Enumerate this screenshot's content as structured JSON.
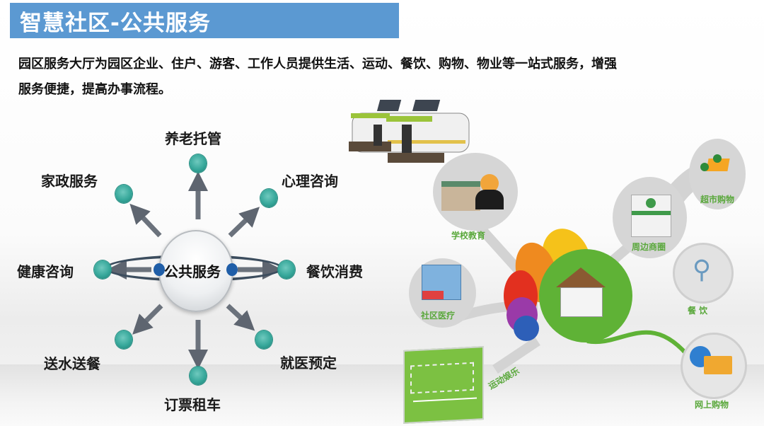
{
  "header": {
    "title": "智慧社区-公共服务",
    "title_bar_color": "#5b99d2"
  },
  "description": {
    "line1": "园区服务大厅为园区企业、住户、游客、工作人员提供生活、运动、餐饮、购物、物业等一站式服务，增强",
    "line2": "服务便捷，提高办事流程。"
  },
  "hub_diagram": {
    "center": "公共服务",
    "spokes": [
      {
        "label": "养老托管"
      },
      {
        "label": "心理咨询"
      },
      {
        "label": "餐饮消费"
      },
      {
        "label": "就医预定"
      },
      {
        "label": "订票租车"
      },
      {
        "label": "送水送餐"
      },
      {
        "label": "健康咨询"
      },
      {
        "label": "家政服务"
      }
    ],
    "node_color": "#36a79a"
  },
  "community_illustration": {
    "center_icon": "house-icon",
    "items": [
      {
        "label": "学校教育",
        "icon": "school-graduate-icon"
      },
      {
        "label": "超市购物",
        "icon": "shopping-cart-icon"
      },
      {
        "label": "周边商圈",
        "icon": "store-icon"
      },
      {
        "label": "餐 饮",
        "icon": "fork-spoon-icon"
      },
      {
        "label": "社区医疗",
        "icon": "hospital-icon"
      },
      {
        "label": "运动娱乐",
        "icon": "soccer-field-icon"
      },
      {
        "label": "网上购物",
        "icon": "online-basket-icon"
      }
    ],
    "label_color": "#5aa83c"
  }
}
